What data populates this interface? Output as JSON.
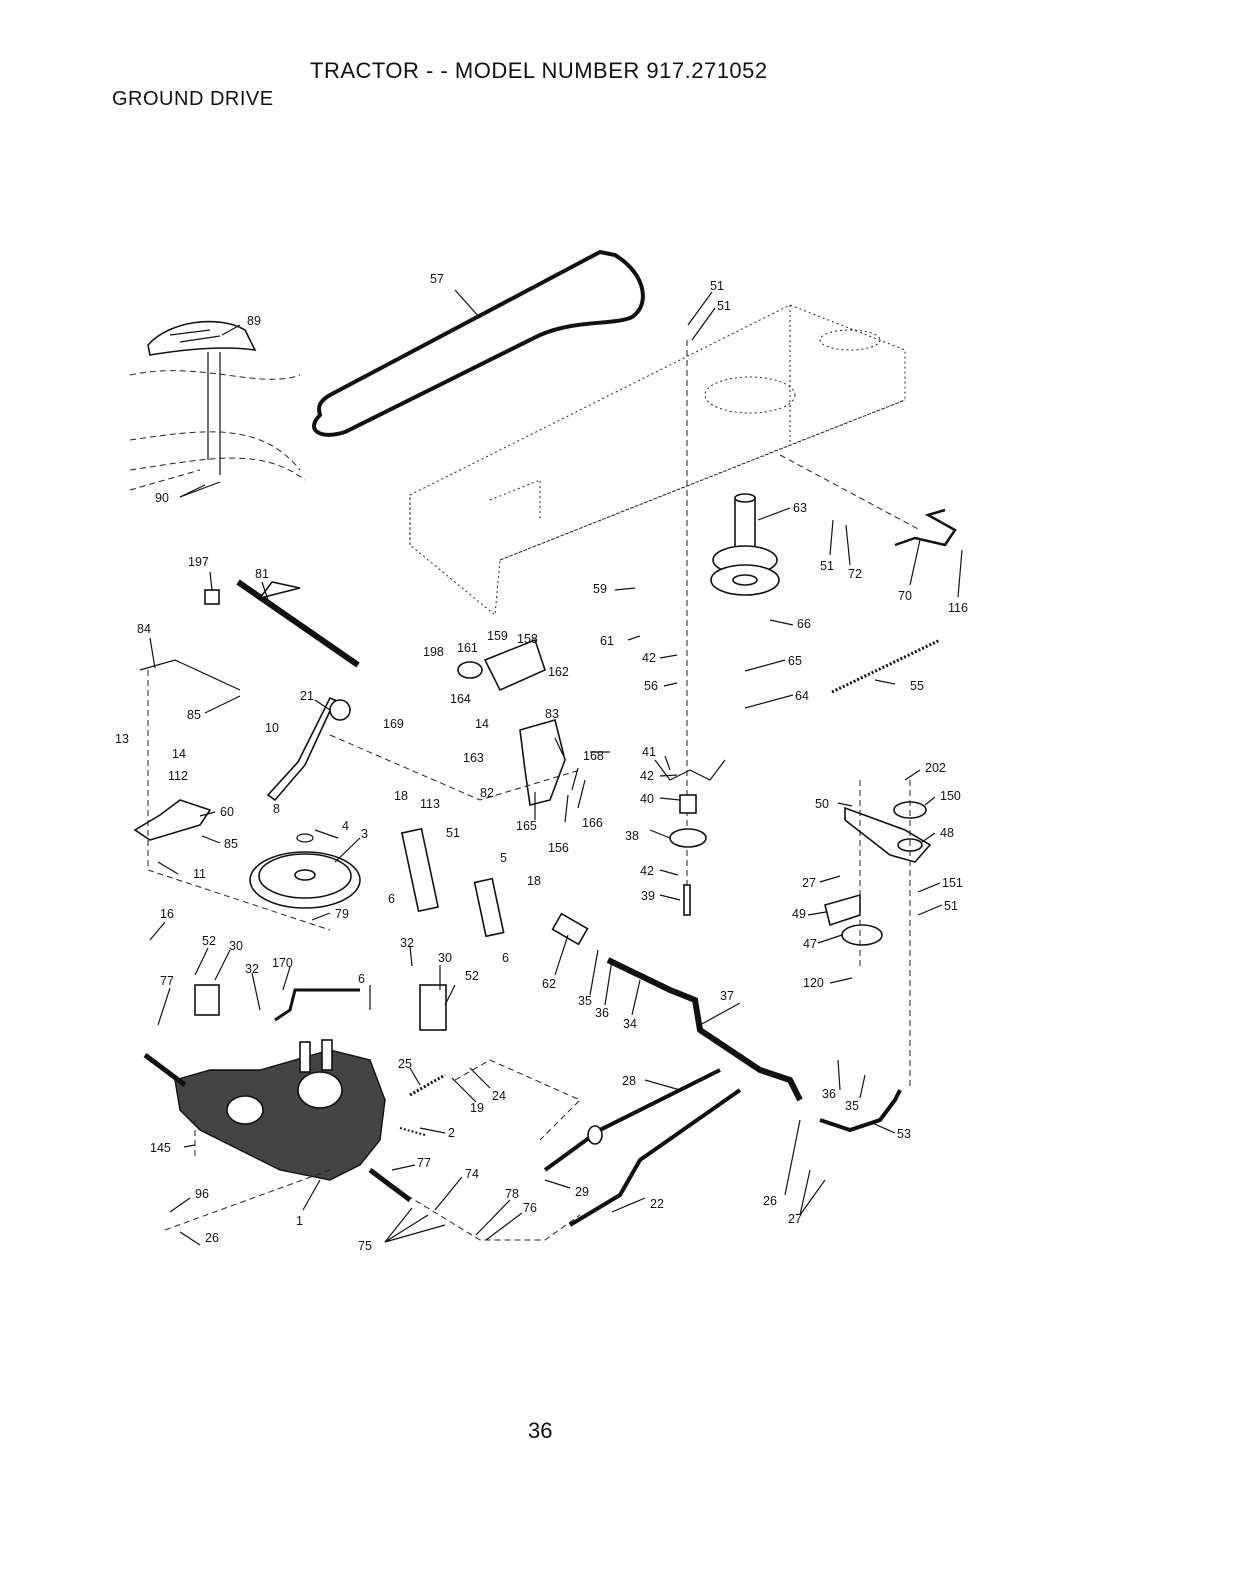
{
  "header": {
    "title": "TRACTOR - - MODEL NUMBER 917.271052",
    "section": "GROUND DRIVE"
  },
  "footer": {
    "page_number": "36"
  },
  "callouts": [
    {
      "id": "c57",
      "label": "57"
    },
    {
      "id": "c51a",
      "label": "51"
    },
    {
      "id": "c51b",
      "label": "51"
    },
    {
      "id": "c89",
      "label": "89"
    },
    {
      "id": "c90",
      "label": "90"
    },
    {
      "id": "c63",
      "label": "63"
    },
    {
      "id": "c51c",
      "label": "51"
    },
    {
      "id": "c72",
      "label": "72"
    },
    {
      "id": "c70",
      "label": "70"
    },
    {
      "id": "c116",
      "label": "116"
    },
    {
      "id": "c197",
      "label": "197"
    },
    {
      "id": "c81",
      "label": "81"
    },
    {
      "id": "c59",
      "label": "59"
    },
    {
      "id": "c84",
      "label": "84"
    },
    {
      "id": "c159",
      "label": "159"
    },
    {
      "id": "c158",
      "label": "158"
    },
    {
      "id": "c161",
      "label": "161"
    },
    {
      "id": "c198",
      "label": "198"
    },
    {
      "id": "c61",
      "label": "61"
    },
    {
      "id": "c66",
      "label": "66"
    },
    {
      "id": "c162",
      "label": "162"
    },
    {
      "id": "c42a",
      "label": "42"
    },
    {
      "id": "c56",
      "label": "56"
    },
    {
      "id": "c65",
      "label": "65"
    },
    {
      "id": "c55",
      "label": "55"
    },
    {
      "id": "c21",
      "label": "21"
    },
    {
      "id": "c169",
      "label": "169"
    },
    {
      "id": "c164",
      "label": "164"
    },
    {
      "id": "c14a",
      "label": "14"
    },
    {
      "id": "c64",
      "label": "64"
    },
    {
      "id": "c85a",
      "label": "85"
    },
    {
      "id": "c83",
      "label": "83"
    },
    {
      "id": "c10",
      "label": "10"
    },
    {
      "id": "c41",
      "label": "41"
    },
    {
      "id": "c163",
      "label": "163"
    },
    {
      "id": "c168",
      "label": "168"
    },
    {
      "id": "c13",
      "label": "13"
    },
    {
      "id": "c14b",
      "label": "14"
    },
    {
      "id": "c42b",
      "label": "42"
    },
    {
      "id": "c50",
      "label": "50"
    },
    {
      "id": "c202",
      "label": "202"
    },
    {
      "id": "c112",
      "label": "112"
    },
    {
      "id": "c18a",
      "label": "18"
    },
    {
      "id": "c113",
      "label": "113"
    },
    {
      "id": "c82",
      "label": "82"
    },
    {
      "id": "c40",
      "label": "40"
    },
    {
      "id": "c150",
      "label": "150"
    },
    {
      "id": "c60",
      "label": "60"
    },
    {
      "id": "c8",
      "label": "8"
    },
    {
      "id": "c4",
      "label": "4"
    },
    {
      "id": "c165",
      "label": "165"
    },
    {
      "id": "c166",
      "label": "166"
    },
    {
      "id": "c48",
      "label": "48"
    },
    {
      "id": "c51d",
      "label": "51"
    },
    {
      "id": "c85b",
      "label": "85"
    },
    {
      "id": "c3",
      "label": "3"
    },
    {
      "id": "c156",
      "label": "156"
    },
    {
      "id": "c38a",
      "label": "38"
    },
    {
      "id": "c5",
      "label": "5"
    },
    {
      "id": "c11",
      "label": "11"
    },
    {
      "id": "c42c",
      "label": "42"
    },
    {
      "id": "c27a",
      "label": "27"
    },
    {
      "id": "c151",
      "label": "151"
    },
    {
      "id": "c18b",
      "label": "18"
    },
    {
      "id": "c6a",
      "label": "6"
    },
    {
      "id": "c39",
      "label": "39"
    },
    {
      "id": "c51e",
      "label": "51"
    },
    {
      "id": "c49",
      "label": "49"
    },
    {
      "id": "c79",
      "label": "79"
    },
    {
      "id": "c16",
      "label": "16"
    },
    {
      "id": "c47",
      "label": "47"
    },
    {
      "id": "c52a",
      "label": "52"
    },
    {
      "id": "c30a",
      "label": "30"
    },
    {
      "id": "c32a",
      "label": "32"
    },
    {
      "id": "c6b",
      "label": "6"
    },
    {
      "id": "c30b",
      "label": "30"
    },
    {
      "id": "c170",
      "label": "170"
    },
    {
      "id": "c32b",
      "label": "32"
    },
    {
      "id": "c52b",
      "label": "52"
    },
    {
      "id": "c6c",
      "label": "6"
    },
    {
      "id": "c62",
      "label": "62"
    },
    {
      "id": "c120",
      "label": "120"
    },
    {
      "id": "c77a",
      "label": "77"
    },
    {
      "id": "c35a",
      "label": "35"
    },
    {
      "id": "c36a",
      "label": "36"
    },
    {
      "id": "c34",
      "label": "34"
    },
    {
      "id": "c37",
      "label": "37"
    },
    {
      "id": "c25",
      "label": "25"
    },
    {
      "id": "c24",
      "label": "24"
    },
    {
      "id": "c19",
      "label": "19"
    },
    {
      "id": "c28",
      "label": "28"
    },
    {
      "id": "c36b",
      "label": "36"
    },
    {
      "id": "c35b",
      "label": "35"
    },
    {
      "id": "c53",
      "label": "53"
    },
    {
      "id": "c2",
      "label": "2"
    },
    {
      "id": "c145",
      "label": "145"
    },
    {
      "id": "c77b",
      "label": "77"
    },
    {
      "id": "c74",
      "label": "74"
    },
    {
      "id": "c96",
      "label": "96"
    },
    {
      "id": "c29",
      "label": "29"
    },
    {
      "id": "c78",
      "label": "78"
    },
    {
      "id": "c76",
      "label": "76"
    },
    {
      "id": "c22",
      "label": "22"
    },
    {
      "id": "c26a",
      "label": "26"
    },
    {
      "id": "c27b",
      "label": "27"
    },
    {
      "id": "c1",
      "label": "1"
    },
    {
      "id": "c26b",
      "label": "26"
    },
    {
      "id": "c75",
      "label": "75"
    }
  ]
}
